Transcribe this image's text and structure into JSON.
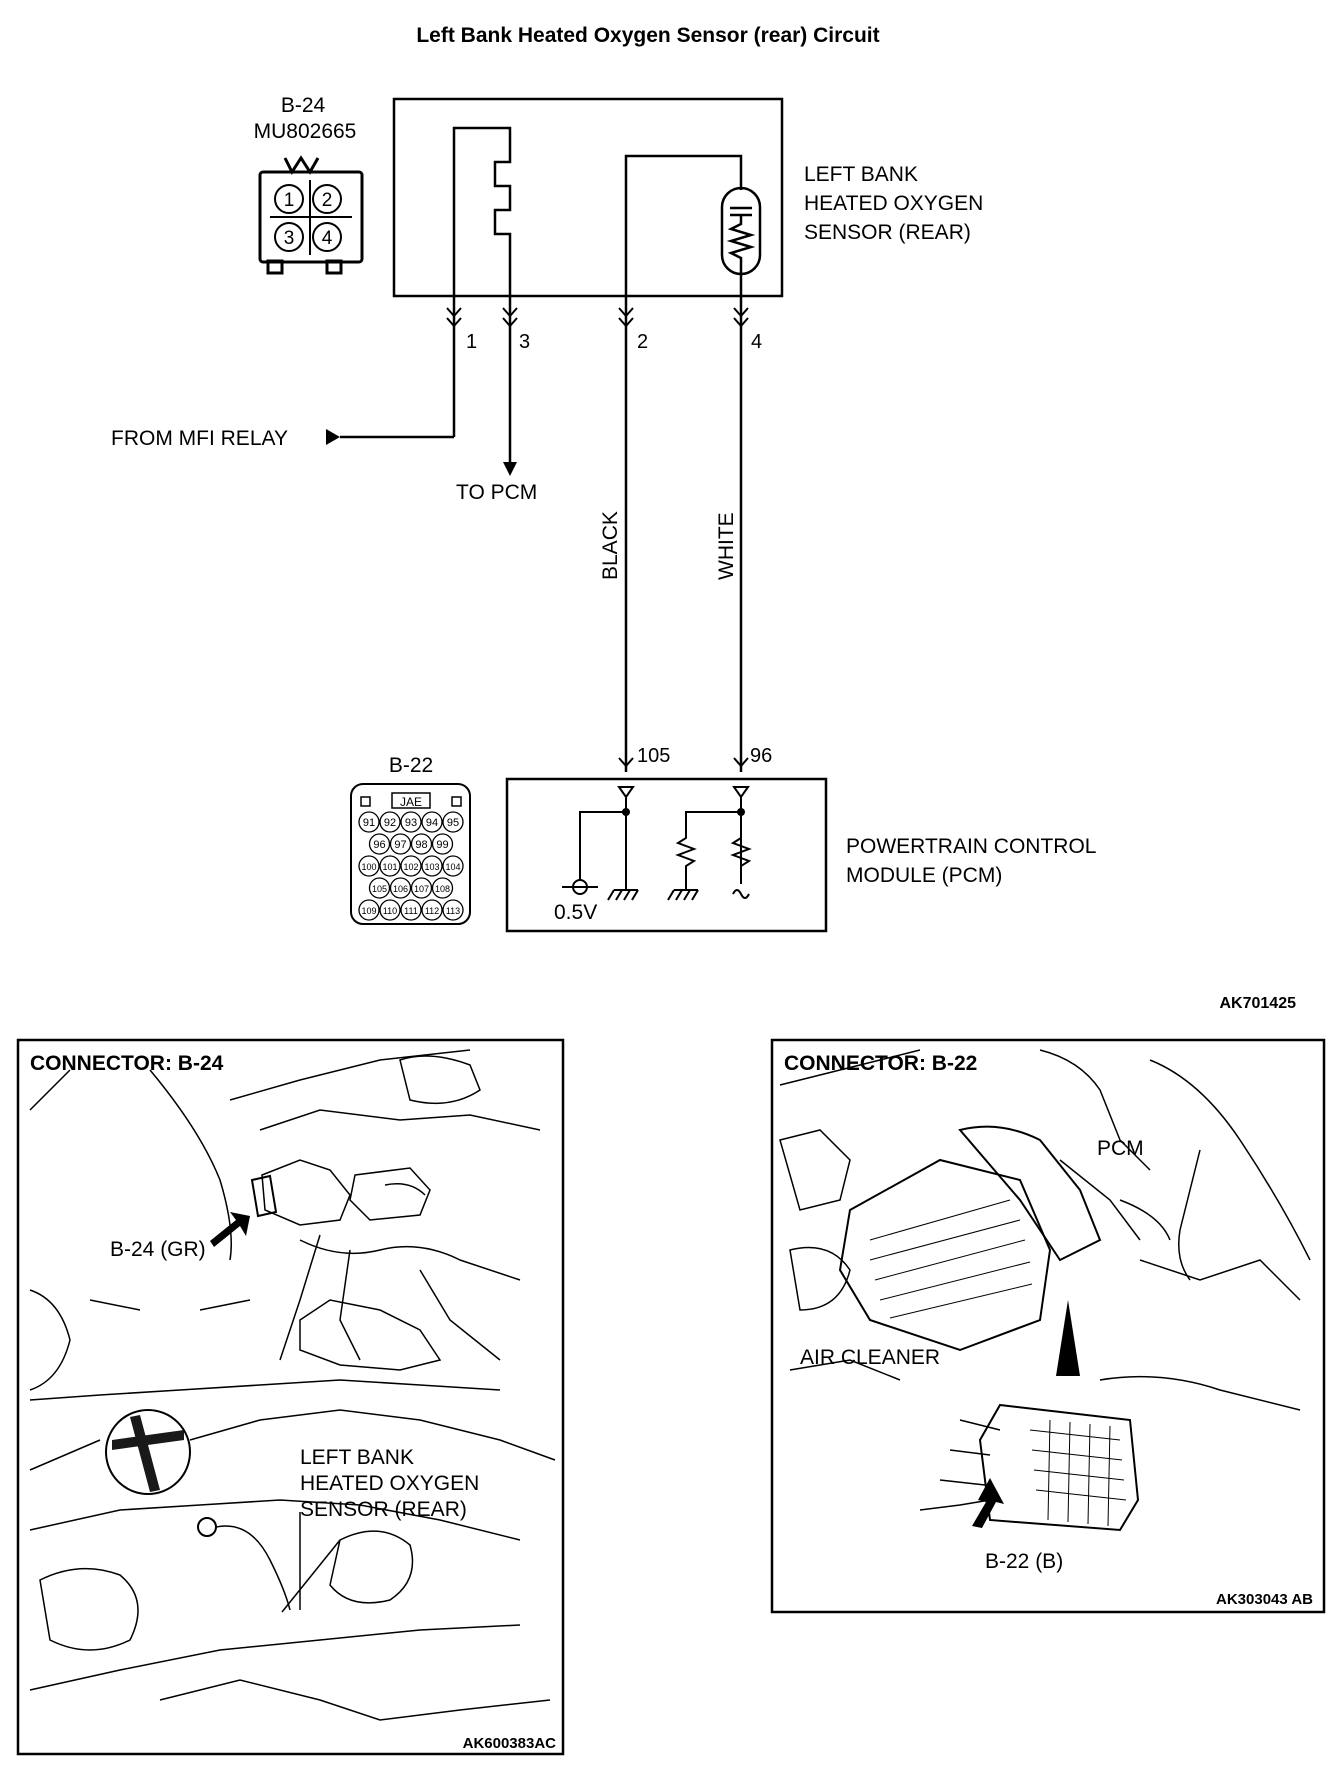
{
  "diagram": {
    "title": "Left Bank Heated Oxygen Sensor (rear) Circuit",
    "code": "AK701425",
    "sensor_connector": {
      "id": "B-24",
      "part": "MU802665",
      "pins": [
        "1",
        "2",
        "3",
        "4"
      ]
    },
    "sensor_label": [
      "LEFT BANK",
      "HEATED OXYGEN",
      "SENSOR (REAR)"
    ],
    "terminals": [
      "1",
      "3",
      "2",
      "4"
    ],
    "from_mfi": "FROM MFI RELAY",
    "to_pcm": "TO PCM",
    "wire_colors": [
      "BLACK",
      "WHITE"
    ],
    "pcm_terminals": [
      "105",
      "96"
    ],
    "pcm_connector": {
      "id": "B-22",
      "brand": "JAE",
      "pins_row1": [
        "91",
        "92",
        "93",
        "94",
        "95"
      ],
      "pins_row2": [
        "96",
        "97",
        "98",
        "99"
      ],
      "pins_row3": [
        "100",
        "101",
        "102",
        "103",
        "104"
      ],
      "pins_row4": [
        "105",
        "106",
        "107",
        "108"
      ],
      "pins_row5": [
        "109",
        "110",
        "111",
        "112",
        "113"
      ]
    },
    "pcm_label": [
      "POWERTRAIN CONTROL",
      "MODULE (PCM)"
    ],
    "voltage": "0.5V"
  },
  "panel_left": {
    "title": "CONNECTOR: B-24",
    "callout_connector": "B-24 (GR)",
    "callout_sensor": [
      "LEFT BANK",
      "HEATED OXYGEN",
      "SENSOR (REAR)"
    ],
    "code": "AK600383AC"
  },
  "panel_right": {
    "title": "CONNECTOR: B-22",
    "callout_pcm": "PCM",
    "callout_air": "AIR CLEANER",
    "callout_connector": "B-22 (B)",
    "code": "AK303043 AB"
  }
}
